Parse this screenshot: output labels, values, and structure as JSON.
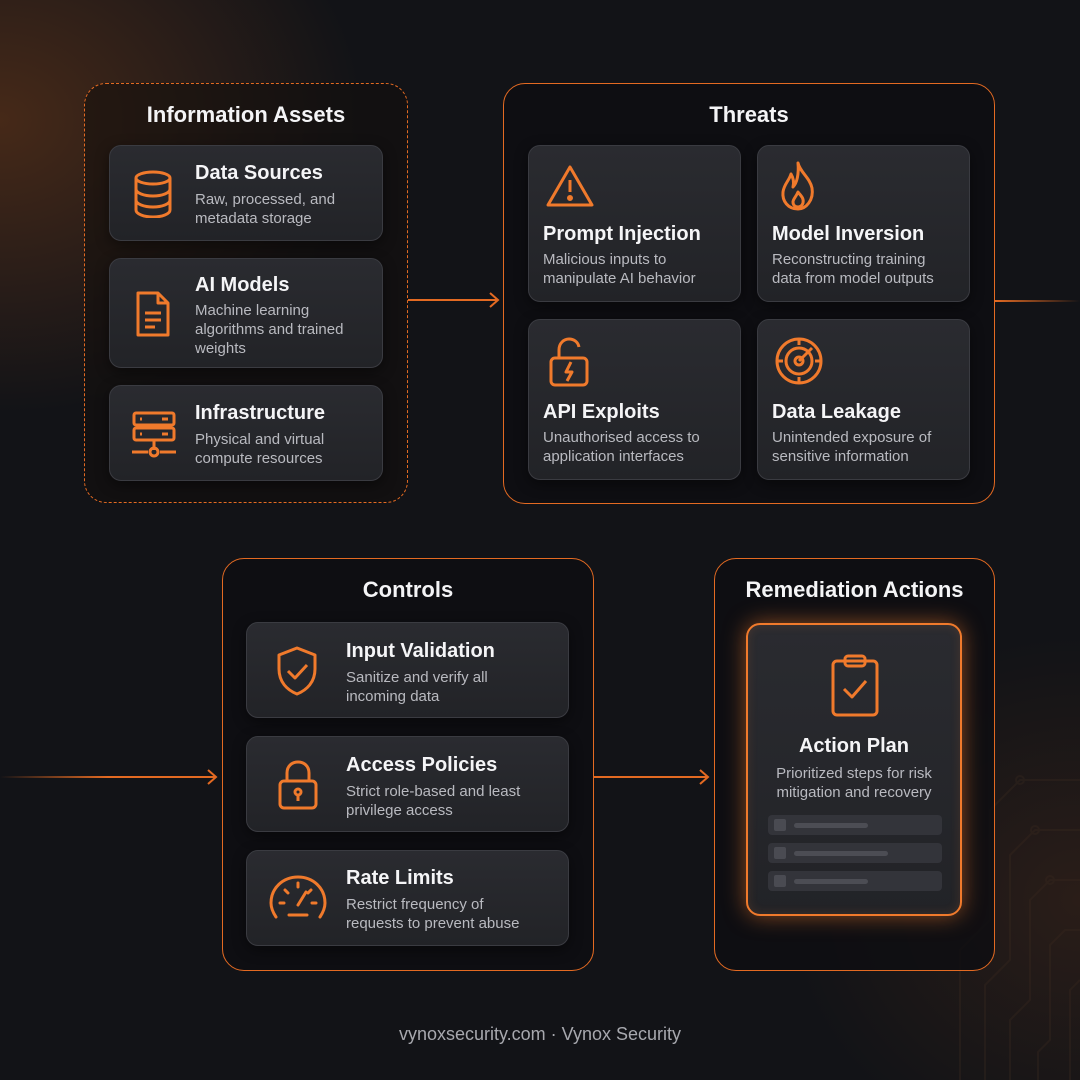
{
  "information_assets": {
    "title": "Information Assets",
    "items": [
      {
        "icon": "database-icon",
        "title": "Data Sources",
        "desc": "Raw, processed, and\nmetadata storage"
      },
      {
        "icon": "document-icon",
        "title": "AI Models",
        "desc": "Machine learning\nalgorithms and trained\nweights"
      },
      {
        "icon": "server-icon",
        "title": "Infrastructure",
        "desc": "Physical and virtual\ncompute resources"
      }
    ]
  },
  "threats": {
    "title": "Threats",
    "items": [
      {
        "icon": "warning-triangle-icon",
        "title": "Prompt Injection",
        "desc": "Malicious inputs to\nmanipulate AI behavior"
      },
      {
        "icon": "flame-icon",
        "title": "Model Inversion",
        "desc": "Reconstructing training\ndata from model outputs"
      },
      {
        "icon": "broken-lock-icon",
        "title": "API Exploits",
        "desc": "Unauthorised access to\napplication interfaces"
      },
      {
        "icon": "radar-icon",
        "title": "Data Leakage",
        "desc": "Unintended exposure of\nsensitive information"
      }
    ]
  },
  "controls": {
    "title": "Controls",
    "items": [
      {
        "icon": "shield-check-icon",
        "title": "Input Validation",
        "desc": "Sanitize and verify all\nincoming data"
      },
      {
        "icon": "padlock-icon",
        "title": "Access Policies",
        "desc": "Strict role-based and least\nprivilege access"
      },
      {
        "icon": "gauge-icon",
        "title": "Rate Limits",
        "desc": "Restrict frequency of\nrequests to prevent abuse"
      }
    ]
  },
  "remediation": {
    "title": "Remediation Actions",
    "plan": {
      "icon": "clipboard-check-icon",
      "title": "Action Plan",
      "desc": "Prioritized steps for risk\nmitigation and recovery"
    }
  },
  "footer": {
    "text": "vynoxsecurity.com · Vynox Security"
  },
  "colors": {
    "accent": "#f07a2c",
    "background": "#121317",
    "card": "#26272c"
  }
}
